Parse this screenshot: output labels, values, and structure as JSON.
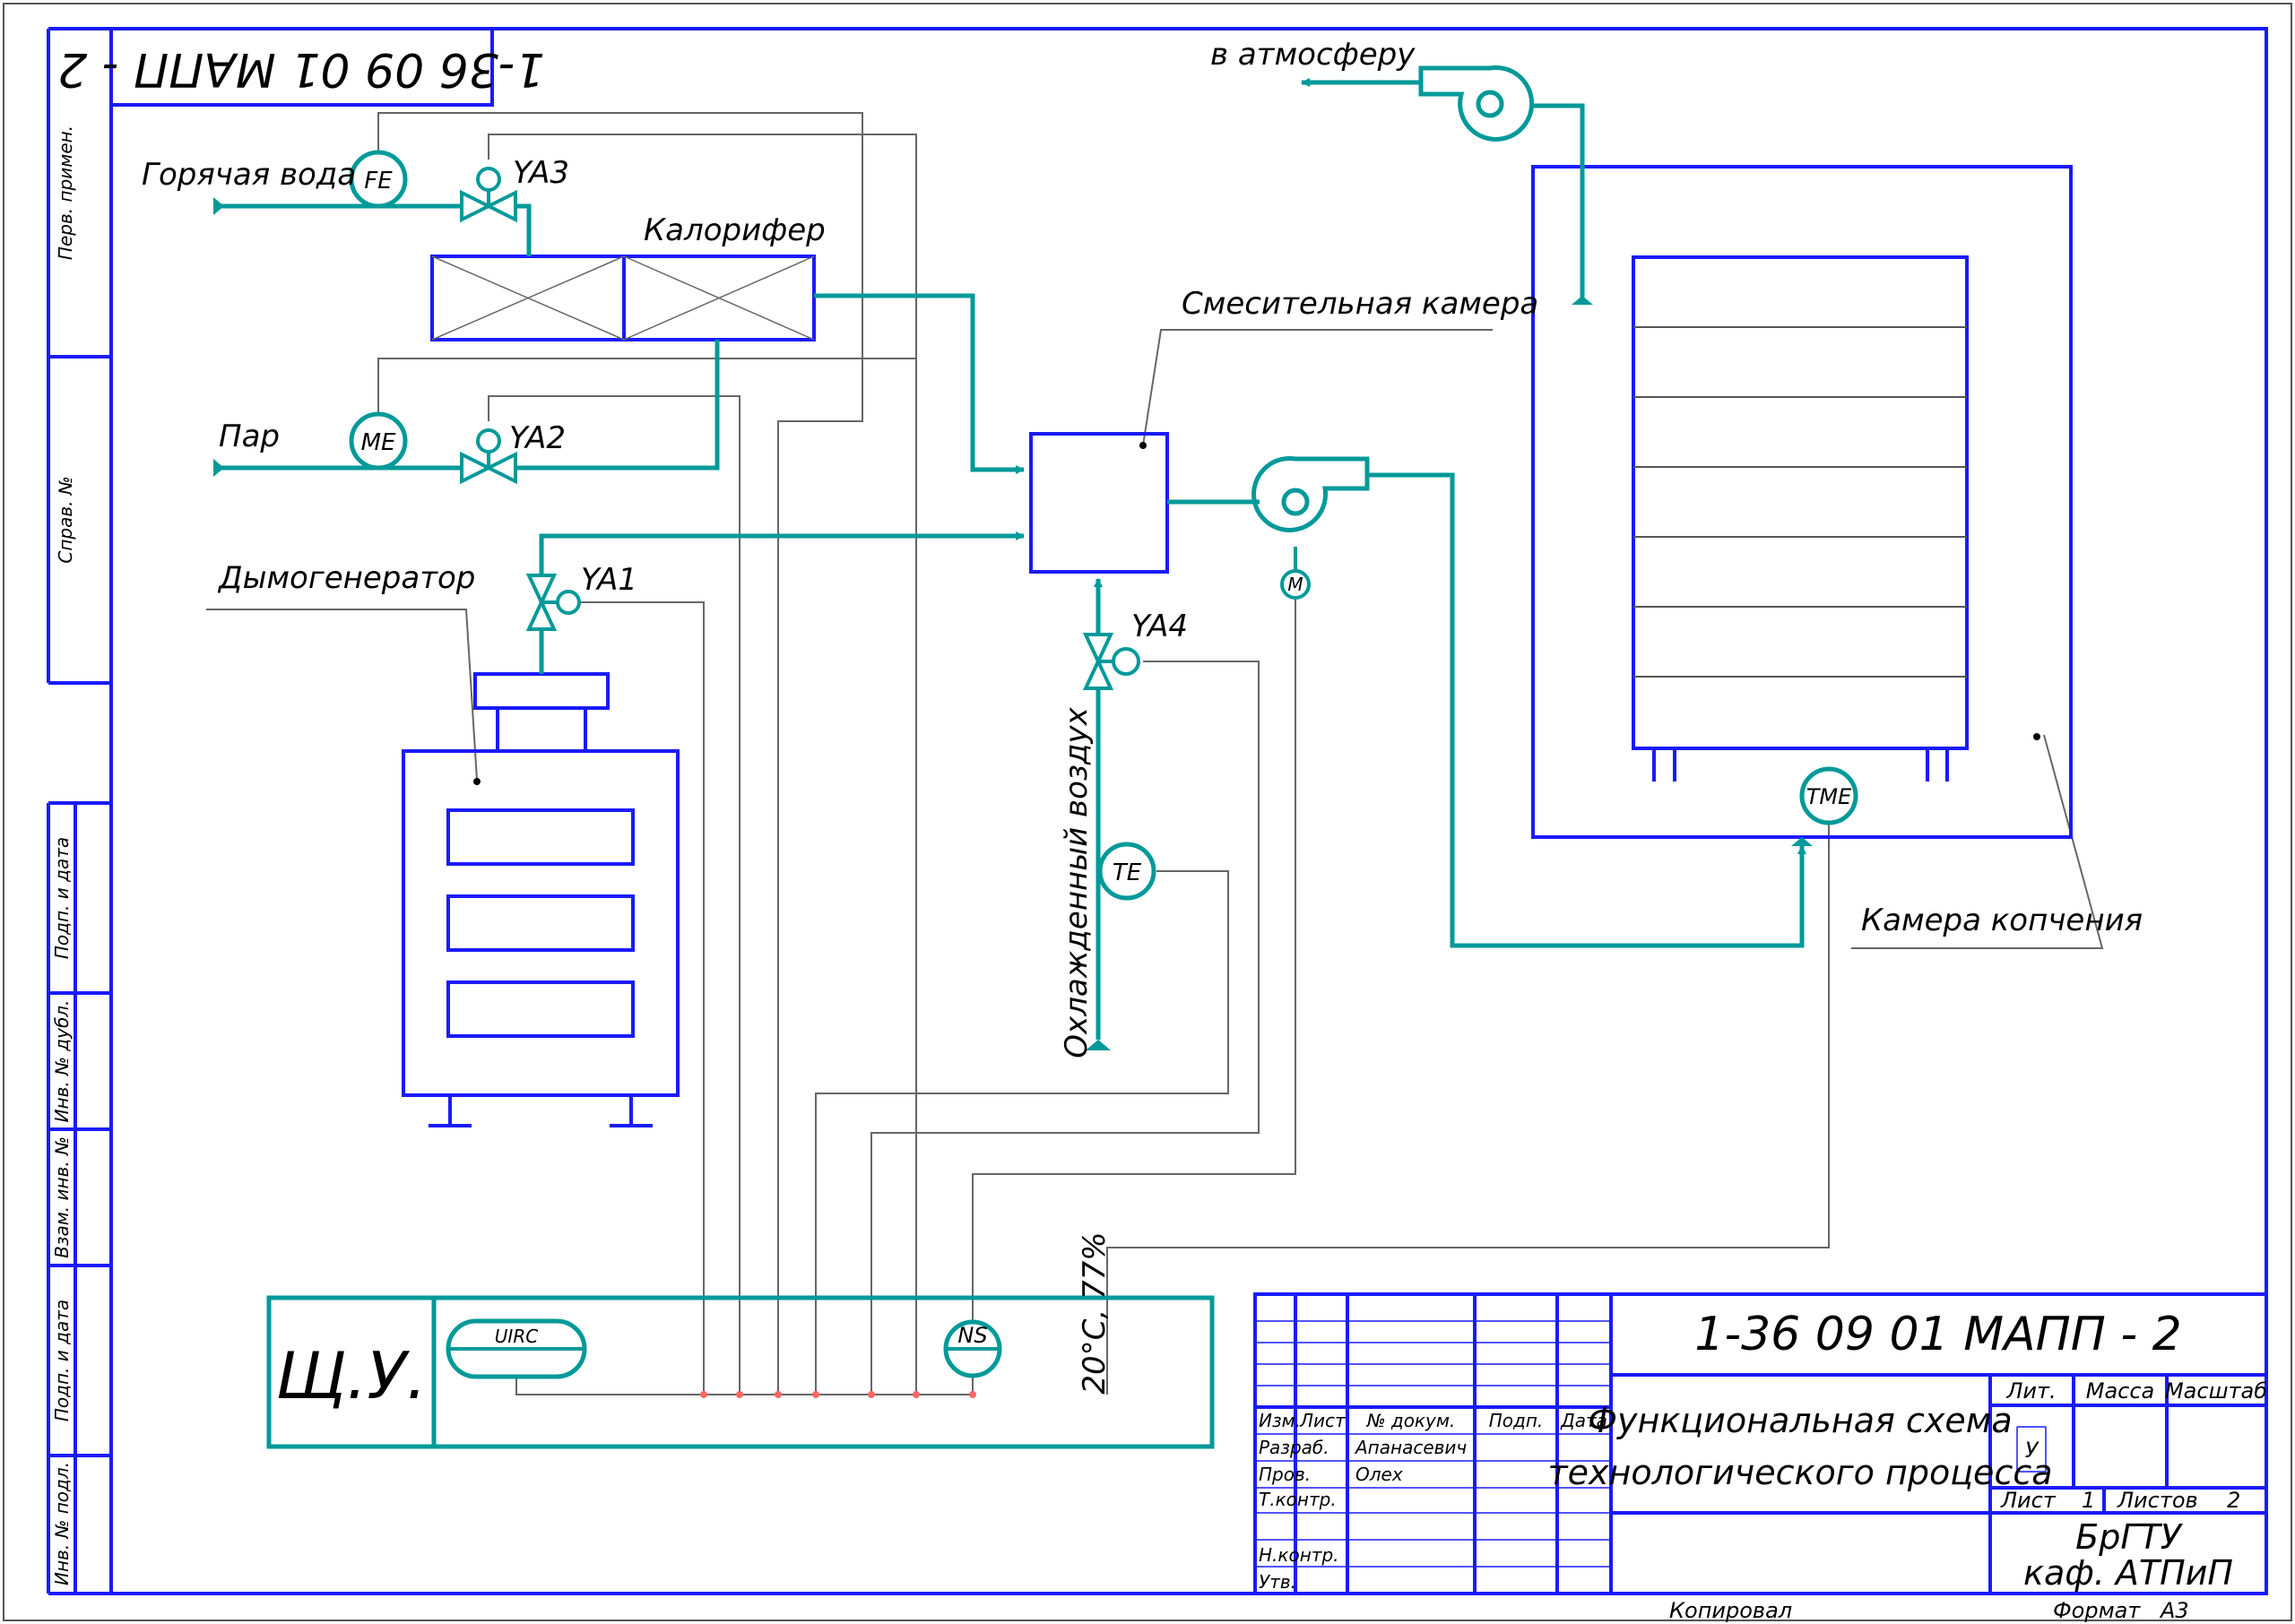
{
  "drawing_code": "1-36 09 01 МАПП - 2",
  "labels": {
    "hot_water": "Горячая вода",
    "steam": "Пар",
    "heater": "Калорифер",
    "smoke_generator": "Дымогенератор",
    "mixing_chamber": "Смесительная камера",
    "to_atmosphere": "в атмосферу",
    "smoking_chamber": "Камера копчения",
    "cooled_air": "Охлажденный воздух",
    "control_panel": "Щ.У.",
    "setpoint": "20°С, 77%"
  },
  "valves": {
    "ya1": "YA1",
    "ya2": "YA2",
    "ya3": "YA3",
    "ya4": "YA4"
  },
  "instruments": {
    "fe": "FE",
    "me": "ME",
    "te": "TE",
    "tme": "TME",
    "motor": "M",
    "uirc": "UIRC",
    "ns": "NS"
  },
  "side_stamp": {
    "perv_primen": "Перв. примен.",
    "sprav_no": "Справ. №",
    "podp_data_1": "Подп. и дата",
    "inv_dubl": "Инв. № дубл.",
    "vzam_inv": "Взам. инв. №",
    "podp_data_2": "Подп. и дата",
    "inv_podl": "Инв. № подл."
  },
  "title_block": {
    "code": "1-36 09 01 МАПП - 2",
    "title_line1": "Функциональная схема",
    "title_line2": "технологического процесса",
    "col_izm": "Изм.",
    "col_list": "Лист",
    "col_doc": "№ докум.",
    "col_podp": "Подп.",
    "col_data": "Дата",
    "row_razrab": "Разраб.",
    "row_prov": "Пров.",
    "row_tkontr": "Т.контр.",
    "row_nkontr": "Н.контр.",
    "row_utv": "Утв.",
    "razrab_name": "Апанасевич",
    "prov_name": "Олех",
    "lit": "Лит.",
    "massa": "Масса",
    "masshtab": "Масштаб",
    "lit_value": "У",
    "sheet_label": "Лист",
    "sheet_no": "1",
    "sheets_label": "Листов",
    "sheets_total": "2",
    "org_line1": "БрГТУ",
    "org_line2": "каф. АТПиП",
    "copied": "Копировал",
    "format_label": "Формат",
    "format_value": "А3"
  },
  "colors": {
    "frame": "#1a1aff",
    "process": "#009999",
    "signal": "#666666",
    "node": "#ff6666"
  }
}
